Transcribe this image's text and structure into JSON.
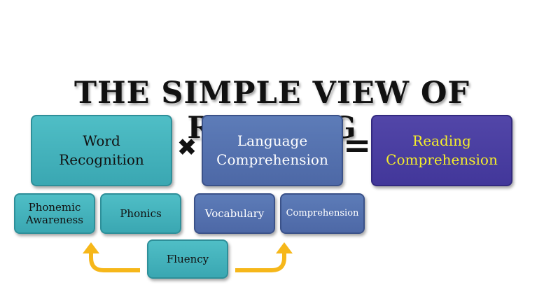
{
  "title": "THE SIMPLE VIEW OF READING",
  "boxes": {
    "word_recognition": "Word\nRecognition",
    "language_comprehension": "Language\nComprehension",
    "reading_comprehension": "Reading\nComprehension",
    "phonemic_awareness": "Phonemic\nAwareness",
    "phonics": "Phonics",
    "vocabulary": "Vocabulary",
    "comprehension": "Comprehension",
    "fluency": "Fluency"
  },
  "operators": {
    "multiply": "✖",
    "equals": "="
  },
  "colors": {
    "teal": "#45b5be",
    "slate": "#5672b0",
    "purple": "#4a3fa2",
    "highlight_text": "#f5ee2a",
    "arrow": "#f6b71a"
  }
}
